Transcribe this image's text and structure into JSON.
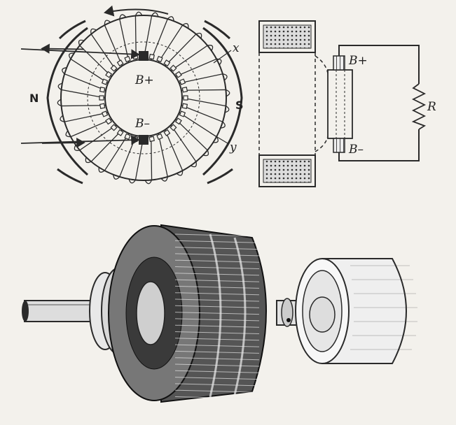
{
  "ring_diagram": {
    "pole_north": "N",
    "pole_south": "S",
    "brush_positive": "B+",
    "brush_negative": "B–",
    "point_x": "x",
    "point_y": "y"
  },
  "circuit_diagram": {
    "brush_positive": "B+",
    "brush_negative": "B–",
    "resistor": "R"
  },
  "colors": {
    "ink": "#2a2a2a",
    "paper": "#f3f1ec"
  }
}
